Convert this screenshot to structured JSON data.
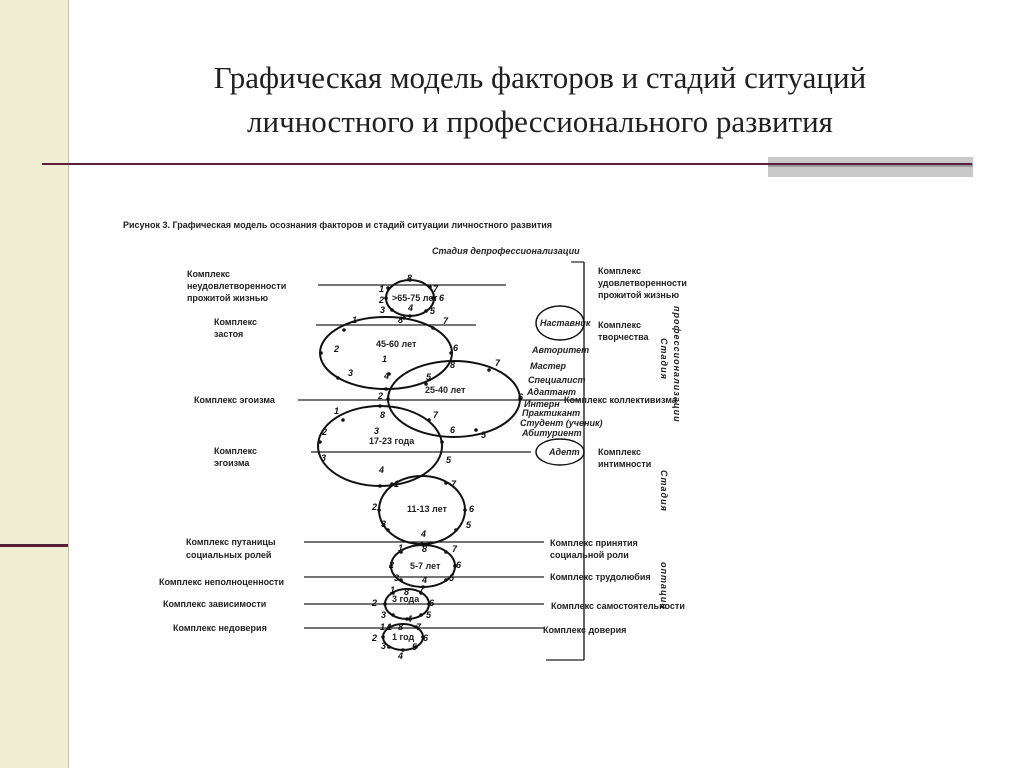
{
  "slide": {
    "title_line1": "Графическая модель факторов и стадий ситуаций",
    "title_line2": "личностного и профессионального развития"
  },
  "figure": {
    "caption": "Рисунок 3. Графическая модель осознания факторов и стадий ситуации личностного развития",
    "stage_top": "Стадия депрофессионализации",
    "left_complexes": [
      {
        "l1": "Комплекс",
        "l2": "неудовлетворенности",
        "l3": "прожитой жизнью"
      },
      {
        "l1": "Комплекс",
        "l2": "застоя"
      },
      {
        "l1": "Комплекс эгоизма"
      },
      {
        "l1": "Комплекс",
        "l2": "эгоизма"
      },
      {
        "l1": "Комплекс путаницы",
        "l2": "социальных ролей"
      },
      {
        "l1": "Комплекс неполноценности"
      },
      {
        "l1": "Комплекс зависимости"
      },
      {
        "l1": "Комплекс недоверия"
      }
    ],
    "right_complexes": [
      {
        "l1": "Комплекс",
        "l2": "удовлетворенности",
        "l3": "прожитой жизнью"
      },
      {
        "l1": "Комплекс",
        "l2": "творчества"
      },
      {
        "l1": "Комплекс коллективизма"
      },
      {
        "l1": "Комплекс",
        "l2": "интимности"
      },
      {
        "l1": "Комплекс принятия",
        "l2": "социальной роли"
      },
      {
        "l1": "Комплекс трудолюбия"
      },
      {
        "l1": "Комплекс самостоятельности"
      },
      {
        "l1": "Комплекс доверия"
      }
    ],
    "ages": [
      ">65-75 лет",
      "45-60 лет",
      "25-40 лет",
      "17-23 года",
      "11-13 лет",
      "5-7 лет",
      "3 года",
      "1 год"
    ],
    "roles": [
      "Наставник",
      "Авторитет",
      "Мастер",
      "Специалист",
      "Адаптант",
      "Интерн",
      "Практикант",
      "Студент (ученик)",
      "Абитуриент",
      "Адепт"
    ],
    "vertical_stages": [
      "профессионализации",
      "Стадия",
      "Стадия",
      "оптации"
    ]
  }
}
